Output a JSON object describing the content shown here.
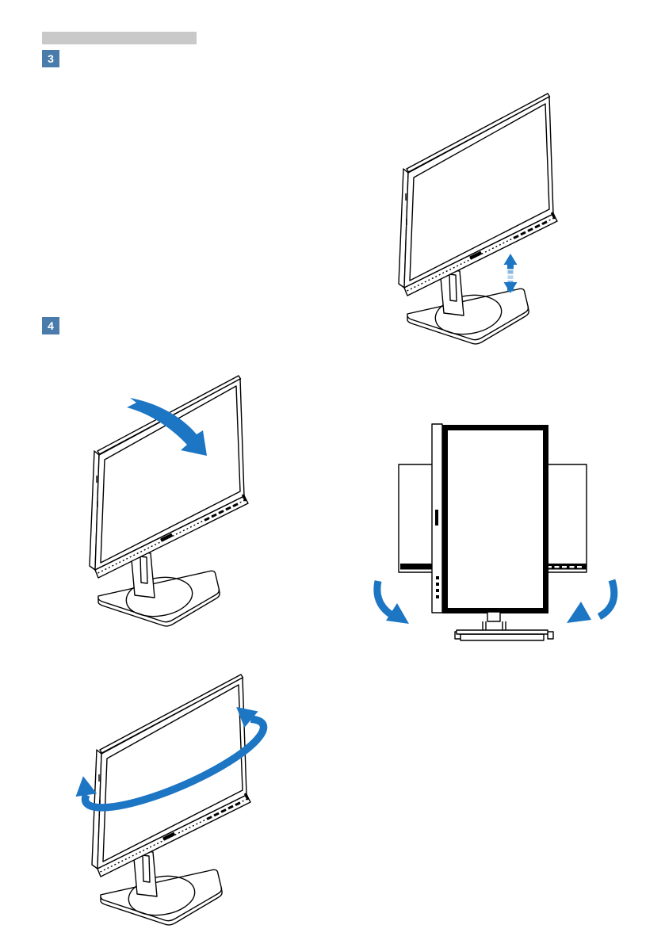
{
  "document": {
    "redacted_title_bar": {
      "color": "#c9c9c9"
    },
    "steps": [
      {
        "number": "3",
        "badge_color": "#4a7cab"
      },
      {
        "number": "4",
        "badge_color": "#4a7cab"
      }
    ],
    "illustrations": [
      {
        "name": "height-adjustment",
        "monitor_view": "perspective-on-stand",
        "arrow": "vertical-double-arrow"
      },
      {
        "name": "tilt",
        "monitor_view": "perspective-on-stand",
        "arrow": "curved-swoosh-arrow"
      },
      {
        "name": "pivot",
        "monitor_view": "portrait-front-with-landscape-ghosts",
        "arrow": "two-curved-rotation-arrows"
      },
      {
        "name": "swivel",
        "monitor_view": "perspective-on-stand",
        "arrow": "elliptical-loop-arrow"
      }
    ],
    "colors": {
      "arrow_blue": "#1d76c4",
      "arrow_blue_light": "#8ab7e2",
      "arrow_blue_lighter": "#bad4ee",
      "badge_blue": "#4a7cab",
      "bar_gray": "#c9c9c9",
      "line_black": "#000000"
    }
  }
}
